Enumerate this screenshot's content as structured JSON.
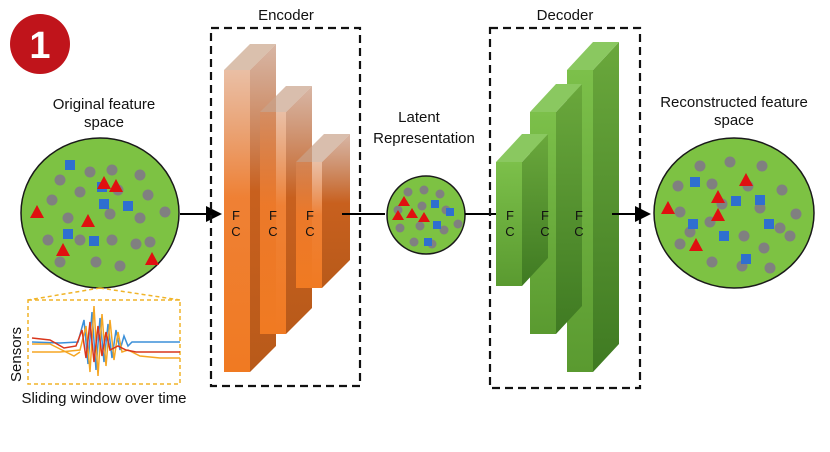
{
  "badge": {
    "number": "1"
  },
  "sections": {
    "encoder_title": "Encoder",
    "decoder_title": "Decoder",
    "original_line1": "Original feature",
    "original_line2": "space",
    "latent_line1": "Latent",
    "latent_line2": "Representation",
    "reconstructed_line1": "Reconstructed feature",
    "reconstructed_line2": "space",
    "sensors": "Sensors",
    "sliding_window": "Sliding window over time"
  },
  "layers": {
    "fc_line1": "F",
    "fc_line2": "C"
  },
  "colors": {
    "badge": "#c0141b",
    "feature_space_fill": "#7dc243",
    "gray_marker": "#808080",
    "blue_marker": "#2f6fd0",
    "red_marker": "#e01010",
    "encoder_orange": "#ee7a2a",
    "decoder_green": "#6fae3e",
    "callout_dash": "#f0b429",
    "signal_blue": "#3b8fd8",
    "signal_orange": "#f5a623",
    "signal_red": "#d9361c"
  },
  "icons": [
    "circle-badge",
    "dashed-box",
    "arrow-right"
  ]
}
